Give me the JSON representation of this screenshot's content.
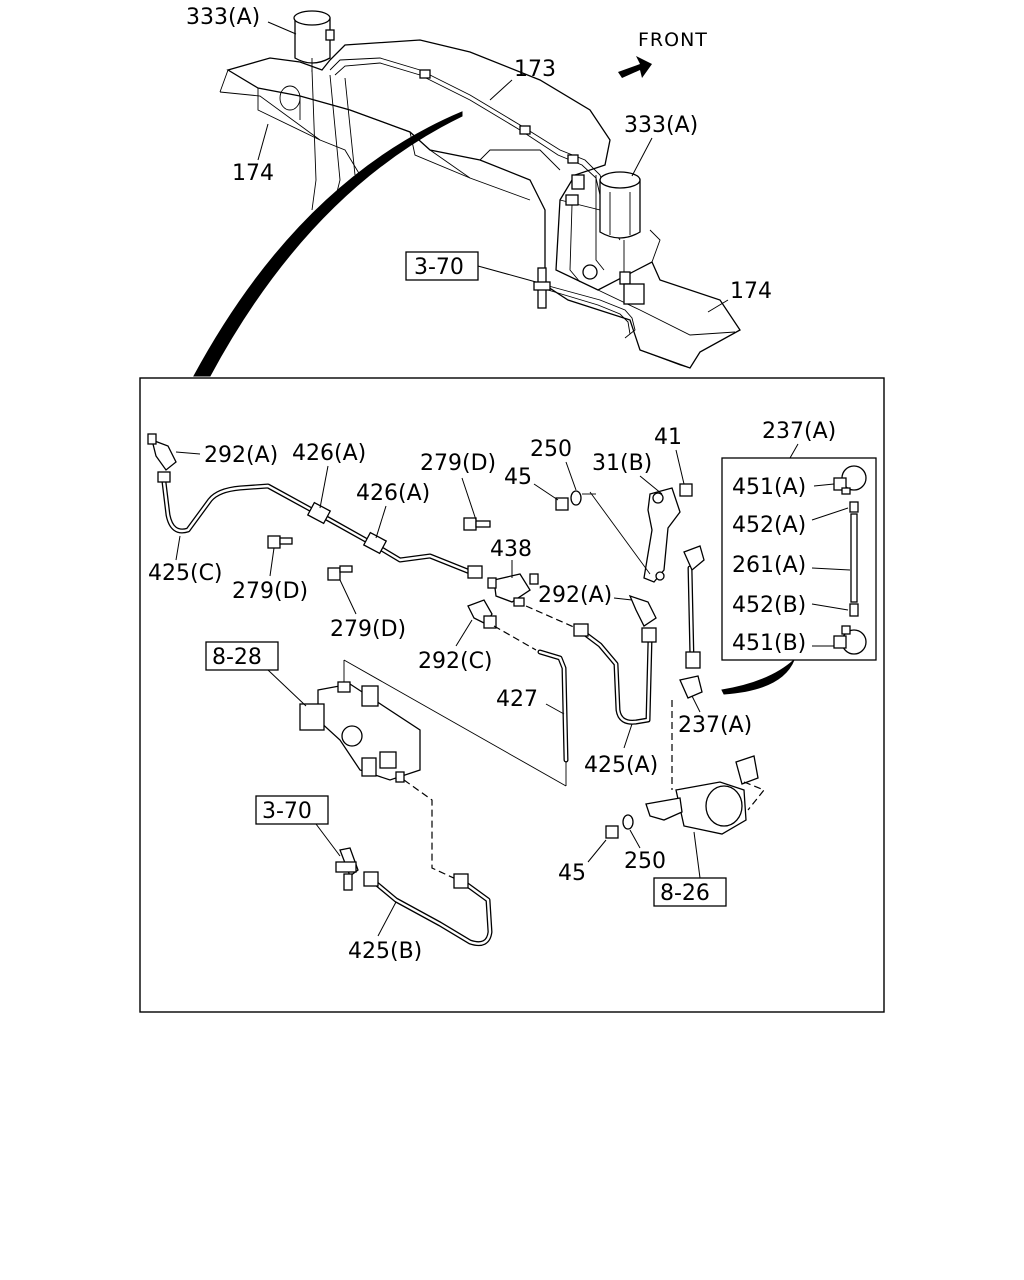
{
  "top_view": {
    "front_label": "FRONT",
    "labels": {
      "tank_left": "333(A)",
      "pipe_top": "173",
      "tank_right": "333(A)",
      "frame_left": "174",
      "frame_right": "174",
      "ref_connector": "3-70"
    }
  },
  "detail_view": {
    "labels": {
      "elbow_top_left": "292(A)",
      "clip_a1": "426(A)",
      "clip_a2": "426(A)",
      "bolt_d_top": "279(D)",
      "nut_45_top": "45",
      "washer_250_top": "250",
      "bracket_31b": "31(B)",
      "nut_41": "41",
      "tee_438": "438",
      "elbow_mid_right": "292(A)",
      "pipe_425c": "425(C)",
      "bolt_d_left": "279(D)",
      "bolt_d_bottom": "279(D)",
      "elbow_292c": "292(C)",
      "hose_427": "427",
      "pipe_425a": "425(A)",
      "hose_237a_bottom": "237(A)",
      "nut_45_bottom": "45",
      "washer_250_bottom": "250",
      "pipe_425b": "425(B)",
      "ref_valve": "8-28",
      "ref_connector": "3-70",
      "ref_sensor": "8-26"
    },
    "inset": {
      "title": "237(A)",
      "items": [
        "451(A)",
        "452(A)",
        "261(A)",
        "452(B)",
        "451(B)"
      ]
    }
  }
}
